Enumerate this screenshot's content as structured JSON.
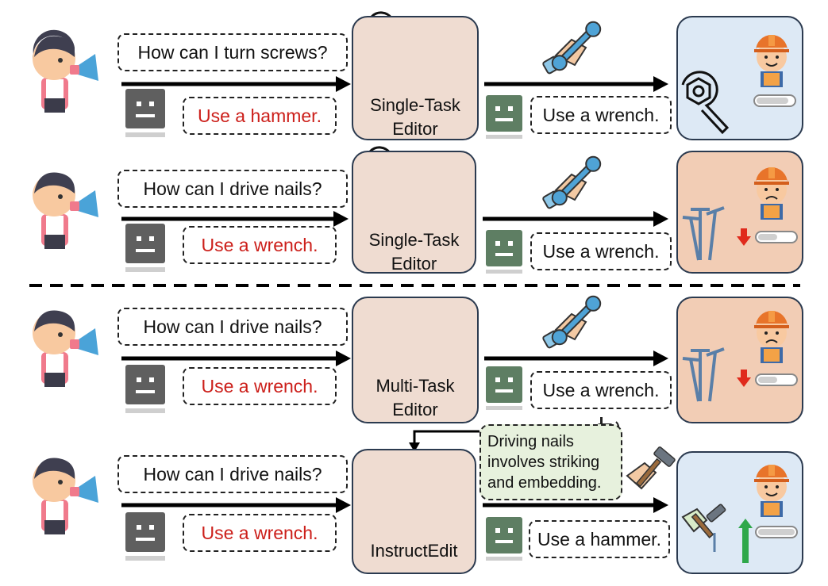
{
  "rows": [
    {
      "question": "How can I turn screws?",
      "pre_answer": "Use a hammer.",
      "editor_label": "Single-Task Editor",
      "post_answer": "Use a wrench.",
      "outcome": "success",
      "panel_color": "#dde9f5",
      "worker_mood": "happy",
      "result_object": "nut-and-wrench",
      "editor_icon": "wrench-icon",
      "transfer_icon": "hand-holding-wrench-icon"
    },
    {
      "question": "How can I drive nails?",
      "pre_answer": "Use a wrench.",
      "editor_label": "Single-Task Editor",
      "post_answer": "Use a wrench.",
      "outcome": "failure",
      "panel_color": "#f2cdb5",
      "worker_mood": "sad",
      "result_object": "nails",
      "editor_icon": "wrench-icon",
      "transfer_icon": "hand-holding-wrench-icon"
    },
    {
      "question": "How can I drive nails?",
      "pre_answer": "Use a wrench.",
      "editor_label": "Multi-Task Editor",
      "post_answer": "Use a wrench.",
      "outcome": "failure",
      "panel_color": "#f2cdb5",
      "worker_mood": "sad",
      "result_object": "nails",
      "editor_icon": "toolbox-icon",
      "transfer_icon": "hand-holding-wrench-icon"
    },
    {
      "question": "How can I drive nails?",
      "pre_answer": "Use a wrench.",
      "editor_label": "InstructEdit",
      "post_answer": "Use a hammer.",
      "outcome": "success",
      "panel_color": "#dde9f5",
      "worker_mood": "happy",
      "result_object": "hammer-and-nail",
      "editor_icon": "toolbox-icon",
      "transfer_icon": "hand-holding-hammer-icon",
      "instruction": "Driving nails involves striking and embedding."
    }
  ],
  "colors": {
    "wrong_answer": "#cc1f1a",
    "note_background": "#e7f1dd",
    "editor_background": "#efdcd1",
    "down_arrow": "#e02a1c",
    "up_arrow": "#2fa84a"
  }
}
